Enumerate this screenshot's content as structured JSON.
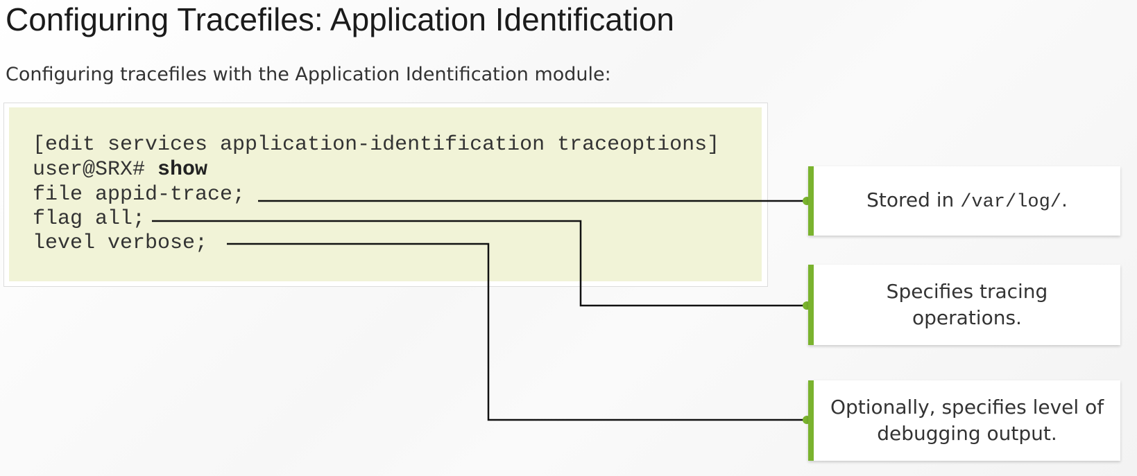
{
  "title": "Configuring Tracefiles: Application Identification",
  "subtitle": "Configuring tracefiles with the Application Identification module:",
  "code": {
    "line1": "[edit services application-identification traceoptions]",
    "line2_prompt": "user@SRX# ",
    "line2_cmd": "show",
    "line3": "file appid-trace;",
    "line4": "flag all;",
    "line5": "level verbose;"
  },
  "callouts": {
    "file": {
      "text": "Stored in ",
      "path": "/var/log/",
      "suffix": "."
    },
    "flag": {
      "text": "Specifies tracing operations."
    },
    "level": {
      "text": "Optionally, specifies level of debugging output."
    }
  },
  "accent_color": "#7ab32e"
}
